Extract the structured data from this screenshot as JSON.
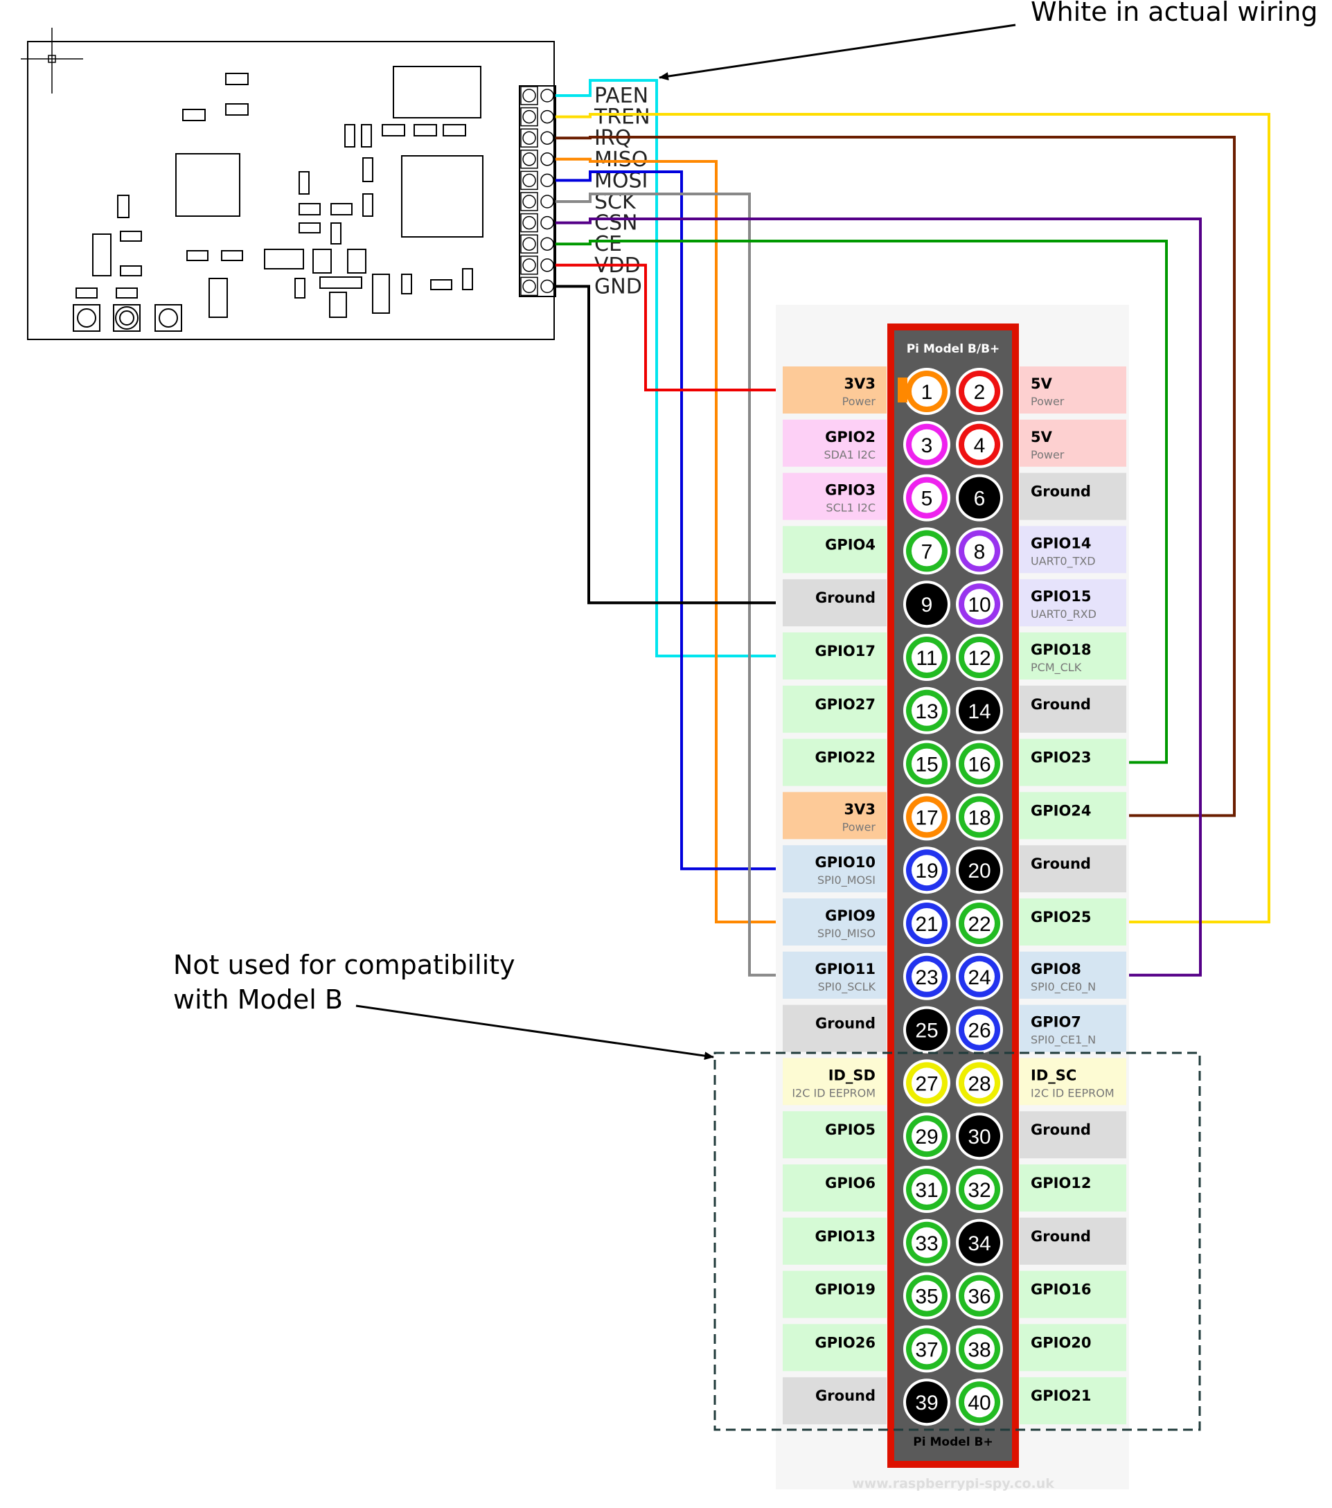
{
  "annotations": {
    "white_wiring": "White in actual wiring",
    "not_used_line1": "Not used for compatibility",
    "not_used_line2": "with Model B"
  },
  "header": {
    "top_title": "Pi Model B/B+",
    "bottom_title": "Pi Model B+",
    "footer_url": "www.raspberrypi-spy.co.uk"
  },
  "module": {
    "pins": [
      {
        "label": "PAEN",
        "color": "#00e5ee"
      },
      {
        "label": "TREN",
        "color": "#ffdd00"
      },
      {
        "label": "IRQ",
        "color": "#6b1e00"
      },
      {
        "label": "MISO",
        "color": "#ff8800"
      },
      {
        "label": "MOSI",
        "color": "#0000dd"
      },
      {
        "label": "SCK",
        "color": "#888888"
      },
      {
        "label": "CSN",
        "color": "#550088"
      },
      {
        "label": "CE",
        "color": "#009900"
      },
      {
        "label": "VDD",
        "color": "#ee0000"
      },
      {
        "label": "GND",
        "color": "#000000"
      }
    ]
  },
  "colors": {
    "board_border": "#dd1100",
    "board_bg": "#5a5a5a",
    "power33": "#ff8800",
    "power5": "#ee1111",
    "i2c": "#ee22ee",
    "gpio": "#22bb22",
    "uart": "#9933ee",
    "spi": "#2233ee",
    "ground": "#000000",
    "eeprom": "#eeee00",
    "dashed_box": "#1f3a3a"
  },
  "gpio_rows": [
    {
      "left": {
        "name": "3V3",
        "sub": "Power",
        "type": "power33"
      },
      "pins": [
        "1",
        "2"
      ],
      "right": {
        "name": "5V",
        "sub": "Power",
        "type": "power5"
      }
    },
    {
      "left": {
        "name": "GPIO2",
        "sub": "SDA1 I2C",
        "type": "i2c"
      },
      "pins": [
        "3",
        "4"
      ],
      "right": {
        "name": "5V",
        "sub": "Power",
        "type": "power5"
      }
    },
    {
      "left": {
        "name": "GPIO3",
        "sub": "SCL1 I2C",
        "type": "i2c"
      },
      "pins": [
        "5",
        "6"
      ],
      "right": {
        "name": "Ground",
        "sub": "",
        "type": "ground"
      }
    },
    {
      "left": {
        "name": "GPIO4",
        "sub": "",
        "type": "gpio"
      },
      "pins": [
        "7",
        "8"
      ],
      "right": {
        "name": "GPIO14",
        "sub": "UART0_TXD",
        "type": "uart"
      }
    },
    {
      "left": {
        "name": "Ground",
        "sub": "",
        "type": "ground"
      },
      "pins": [
        "9",
        "10"
      ],
      "right": {
        "name": "GPIO15",
        "sub": "UART0_RXD",
        "type": "uart"
      }
    },
    {
      "left": {
        "name": "GPIO17",
        "sub": "",
        "type": "gpio"
      },
      "pins": [
        "11",
        "12"
      ],
      "right": {
        "name": "GPIO18",
        "sub": "PCM_CLK",
        "type": "gpio"
      }
    },
    {
      "left": {
        "name": "GPIO27",
        "sub": "",
        "type": "gpio"
      },
      "pins": [
        "13",
        "14"
      ],
      "right": {
        "name": "Ground",
        "sub": "",
        "type": "ground"
      }
    },
    {
      "left": {
        "name": "GPIO22",
        "sub": "",
        "type": "gpio"
      },
      "pins": [
        "15",
        "16"
      ],
      "right": {
        "name": "GPIO23",
        "sub": "",
        "type": "gpio"
      }
    },
    {
      "left": {
        "name": "3V3",
        "sub": "Power",
        "type": "power33"
      },
      "pins": [
        "17",
        "18"
      ],
      "right": {
        "name": "GPIO24",
        "sub": "",
        "type": "gpio"
      }
    },
    {
      "left": {
        "name": "GPIO10",
        "sub": "SPI0_MOSI",
        "type": "spi"
      },
      "pins": [
        "19",
        "20"
      ],
      "right": {
        "name": "Ground",
        "sub": "",
        "type": "ground"
      }
    },
    {
      "left": {
        "name": "GPIO9",
        "sub": "SPI0_MISO",
        "type": "spi"
      },
      "pins": [
        "21",
        "22"
      ],
      "right": {
        "name": "GPIO25",
        "sub": "",
        "type": "gpio"
      }
    },
    {
      "left": {
        "name": "GPIO11",
        "sub": "SPI0_SCLK",
        "type": "spi"
      },
      "pins": [
        "23",
        "24"
      ],
      "right": {
        "name": "GPIO8",
        "sub": "SPI0_CE0_N",
        "type": "spi"
      }
    },
    {
      "left": {
        "name": "Ground",
        "sub": "",
        "type": "ground"
      },
      "pins": [
        "25",
        "26"
      ],
      "right": {
        "name": "GPIO7",
        "sub": "SPI0_CE1_N",
        "type": "spi"
      }
    },
    {
      "left": {
        "name": "ID_SD",
        "sub": "I2C ID EEPROM",
        "type": "eeprom"
      },
      "pins": [
        "27",
        "28"
      ],
      "right": {
        "name": "ID_SC",
        "sub": "I2C ID EEPROM",
        "type": "eeprom"
      }
    },
    {
      "left": {
        "name": "GPIO5",
        "sub": "",
        "type": "gpio"
      },
      "pins": [
        "29",
        "30"
      ],
      "right": {
        "name": "Ground",
        "sub": "",
        "type": "ground"
      }
    },
    {
      "left": {
        "name": "GPIO6",
        "sub": "",
        "type": "gpio"
      },
      "pins": [
        "31",
        "32"
      ],
      "right": {
        "name": "GPIO12",
        "sub": "",
        "type": "gpio"
      }
    },
    {
      "left": {
        "name": "GPIO13",
        "sub": "",
        "type": "gpio"
      },
      "pins": [
        "33",
        "34"
      ],
      "right": {
        "name": "Ground",
        "sub": "",
        "type": "ground"
      }
    },
    {
      "left": {
        "name": "GPIO19",
        "sub": "",
        "type": "gpio"
      },
      "pins": [
        "35",
        "36"
      ],
      "right": {
        "name": "GPIO16",
        "sub": "",
        "type": "gpio"
      }
    },
    {
      "left": {
        "name": "GPIO26",
        "sub": "",
        "type": "gpio"
      },
      "pins": [
        "37",
        "38"
      ],
      "right": {
        "name": "GPIO20",
        "sub": "",
        "type": "gpio"
      }
    },
    {
      "left": {
        "name": "Ground",
        "sub": "",
        "type": "ground"
      },
      "pins": [
        "39",
        "40"
      ],
      "right": {
        "name": "GPIO21",
        "sub": "",
        "type": "gpio"
      }
    }
  ]
}
